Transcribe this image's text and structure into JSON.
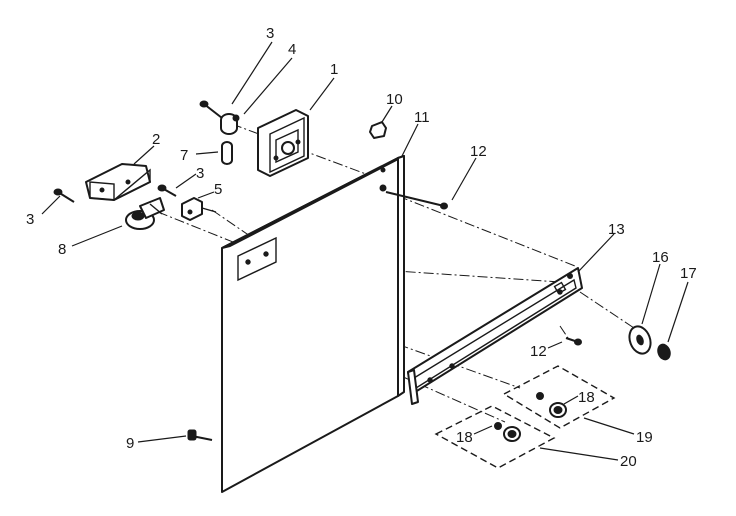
{
  "callouts": {
    "c1": "1",
    "c2": "2",
    "c3a": "3",
    "c3b": "3",
    "c3c": "3",
    "c4": "4",
    "c5": "5",
    "c7": "7",
    "c8": "8",
    "c9": "9",
    "c10": "10",
    "c11": "11",
    "c12a": "12",
    "c12b": "12",
    "c13": "13",
    "c16": "16",
    "c17": "17",
    "c18a": "18",
    "c18b": "18",
    "c19": "19",
    "c20": "20"
  },
  "colors": {
    "ink": "#1a1a1a",
    "background": "#ffffff"
  }
}
